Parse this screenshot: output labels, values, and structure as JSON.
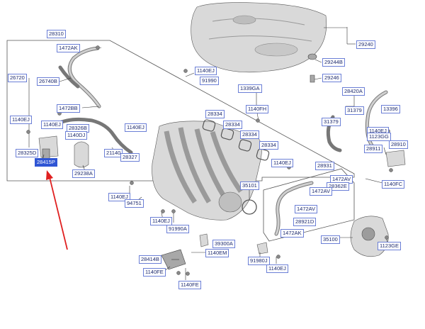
{
  "callouts": {
    "c28310": "28310",
    "c1472AK_a": "1472AK",
    "c26720": "26720",
    "c26740B": "26740B",
    "c1472BB": "1472BB",
    "c1140EJ_a": "1140EJ",
    "c1140EJ_b": "1140EJ",
    "c28326B": "28326B",
    "c1140DJ": "1140DJ",
    "c28325D": "28325D",
    "c28415P": "28415P",
    "c29238A": "29238A",
    "c21140": "21140",
    "c28327": "28327",
    "c1140EJ_c": "1140EJ",
    "c1140EJ_d": "1140EJ",
    "c91990": "91990",
    "c28334_a": "28334",
    "c28334_b": "28334",
    "c28334_c": "28334",
    "c28334_d": "28334",
    "c1339GA": "1339GA",
    "c1140FH": "1140FH",
    "c29240": "29240",
    "c29244B": "29244B",
    "c29246": "29246",
    "c28420A": "28420A",
    "c31379_a": "31379",
    "c13396": "13396",
    "c31379_b": "31379",
    "c1140EJ_e": "1140EJ",
    "c1123GG": "1123GG",
    "c28911": "28911",
    "c28910": "28910",
    "c1140EJ_f": "1140EJ",
    "c28931": "28931",
    "c1472AV_a": "1472AV",
    "c28362E": "28362E",
    "c1472AV_b": "1472AV",
    "c1140FC": "1140FC",
    "c35101": "35101",
    "c1472AV_c": "1472AV",
    "c28921D": "28921D",
    "c1472AK_b": "1472AK",
    "c35100": "35100",
    "c1123GE": "1123GE",
    "c1140EJ_g": "1140EJ",
    "c94751": "94751",
    "c1140EJ_h": "1140EJ",
    "c91990A": "91990A",
    "c39300A": "39300A",
    "c1140EM": "1140EM",
    "c28414B": "28414B",
    "c1140FE_a": "1140FE",
    "c1140FE_b": "1140FE",
    "c91980J": "91980J",
    "c1140EJ_i": "1140EJ"
  },
  "selected_callout": "28415P",
  "colors": {
    "callout_border": "#6b7fd6",
    "callout_text": "#1d2a6e",
    "selected_fill": "#2f55d4",
    "pointer_arrow": "#e02020"
  }
}
